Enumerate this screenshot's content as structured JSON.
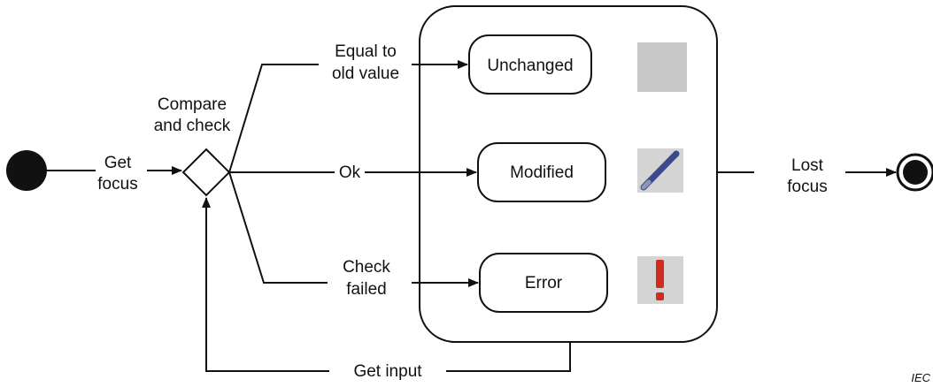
{
  "decision": {
    "label_line1": "Compare",
    "label_line2": "and check"
  },
  "transitions": {
    "get_focus_line1": "Get",
    "get_focus_line2": "focus",
    "equal_line1": "Equal to",
    "equal_line2": "old value",
    "ok": "Ok",
    "check_failed_line1": "Check",
    "check_failed_line2": "failed",
    "get_input": "Get input",
    "lost_focus_line1": "Lost",
    "lost_focus_line2": "focus"
  },
  "states": {
    "unchanged": "Unchanged",
    "modified": "Modified",
    "error": "Error"
  },
  "icons": {
    "unchanged": "gray-square-icon",
    "modified": "pen-icon",
    "error": "exclamation-icon"
  },
  "colors": {
    "line": "#111111",
    "unchanged_icon": "#c8c8c8",
    "icon_background": "#d4d4d4",
    "pen": "#3b4a8c",
    "error_mark": "#d12a1e"
  },
  "footer": {
    "mark": "IEC"
  }
}
